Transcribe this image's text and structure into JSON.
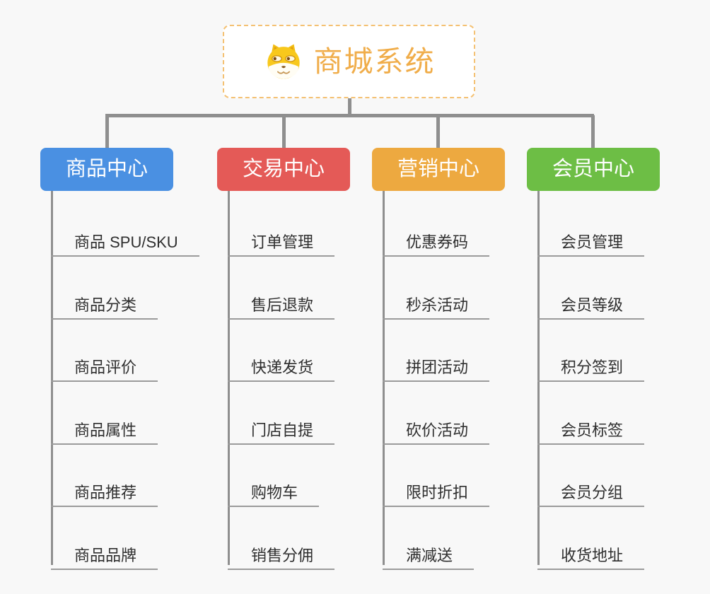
{
  "root": {
    "title": "商城系统",
    "icon": "dog-face-icon"
  },
  "colors": {
    "background": "#f8f8f8",
    "root_border": "#f4c173",
    "root_title": "#f0ad4a",
    "connector": "#8f8f8f",
    "item_underline": "#9b9b9b",
    "item_text": "#2f2f2f",
    "branch_label_text": "#ffffff"
  },
  "branches": [
    {
      "label": "商品中心",
      "color": "#4a90e2",
      "items": [
        "商品 SPU/SKU",
        "商品分类",
        "商品评价",
        "商品属性",
        "商品推荐",
        "商品品牌"
      ]
    },
    {
      "label": "交易中心",
      "color": "#e45a57",
      "items": [
        "订单管理",
        "售后退款",
        "快递发货",
        "门店自提",
        "购物车",
        "销售分佣"
      ]
    },
    {
      "label": "营销中心",
      "color": "#eda940",
      "items": [
        "优惠券码",
        "秒杀活动",
        "拼团活动",
        "砍价活动",
        "限时折扣",
        "满减送"
      ]
    },
    {
      "label": "会员中心",
      "color": "#6dbe45",
      "items": [
        "会员管理",
        "会员等级",
        "积分签到",
        "会员标签",
        "会员分组",
        "收货地址"
      ]
    }
  ]
}
